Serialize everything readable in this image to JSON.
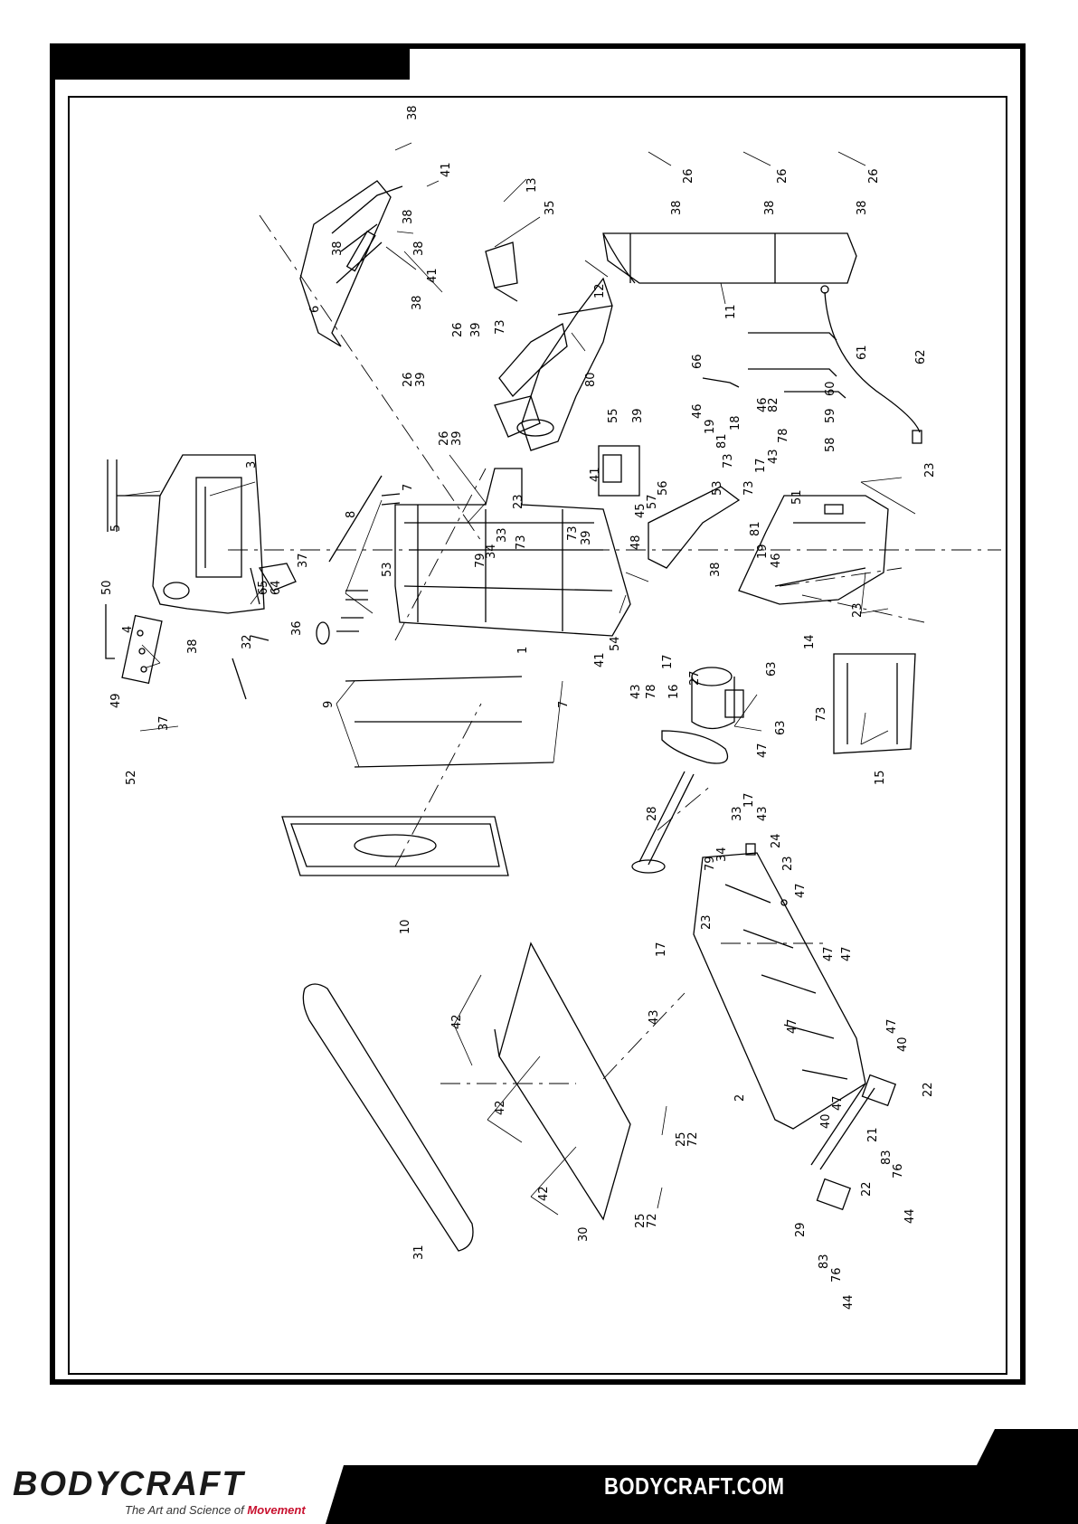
{
  "brand": {
    "name": "BODYCRAFT",
    "tagline_prefix": "The Art and Science of ",
    "tagline_accent": "Movement",
    "website": "BODYCRAFT.COM",
    "accent_color": "#c8102e"
  },
  "diagram": {
    "callouts": [
      "1",
      "2",
      "3",
      "4",
      "5",
      "6",
      "7",
      "8",
      "9",
      "10",
      "11",
      "12",
      "13",
      "14",
      "15",
      "16",
      "17",
      "18",
      "19",
      "21",
      "22",
      "23",
      "24",
      "25",
      "26",
      "27",
      "28",
      "29",
      "30",
      "31",
      "32",
      "33",
      "34",
      "35",
      "36",
      "37",
      "38",
      "39",
      "40",
      "41",
      "42",
      "43",
      "44",
      "45",
      "46",
      "47",
      "48",
      "49",
      "50",
      "51",
      "52",
      "53",
      "54",
      "55",
      "56",
      "57",
      "58",
      "59",
      "60",
      "61",
      "62",
      "63",
      "64",
      "65",
      "66",
      "72",
      "73",
      "76",
      "78",
      "79",
      "80",
      "81",
      "82",
      "83"
    ]
  }
}
